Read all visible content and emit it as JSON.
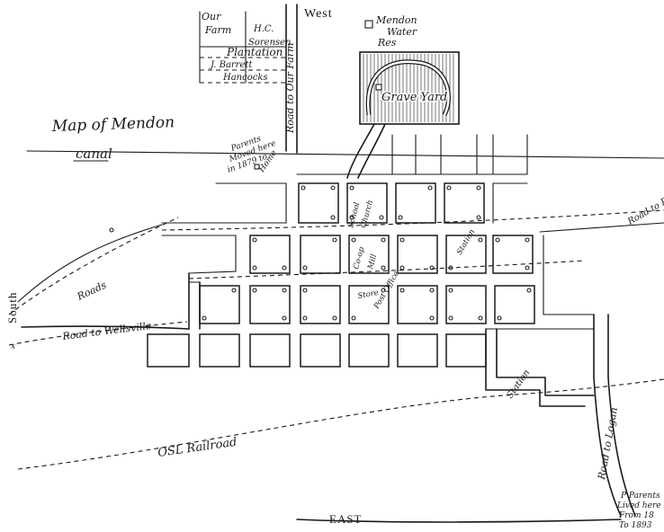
{
  "compass": {
    "west": "West",
    "south": "South",
    "east": "EAST"
  },
  "title": {
    "map_title": "Map of Mendon",
    "canal": "canal"
  },
  "top_left": {
    "our_farm": [
      "Our",
      "Farm"
    ],
    "hc_sorensen": [
      "H.C.",
      "Sorensen"
    ],
    "plantation": "Plantation",
    "j_barrett": "J. Barrett",
    "hancocks": "Hancocks"
  },
  "roads": {
    "road_to_our_farm": "Road to Our Farm",
    "road_to_wellsville": "Road to Wellsville",
    "roads": "Roads",
    "road_to_logan": "Road to Logan",
    "road_to_pet": "Road to Pet"
  },
  "landmarks": {
    "mendon_water": [
      "Mendon",
      "Water",
      "Res"
    ],
    "grave_yard": "Grave Yard",
    "parents_moved": [
      "Parents",
      "Moved here",
      "in 1879 to",
      "Home"
    ],
    "rail_road": "OSL Railroad",
    "station": "Station",
    "school": "School",
    "church": "Church",
    "store": "Store",
    "post_office": "Post Office",
    "co_op": "Co-op",
    "mill": "Mill",
    "parents_lived": [
      "P Parents",
      "Lived here",
      "From 18",
      "To 1893"
    ]
  }
}
